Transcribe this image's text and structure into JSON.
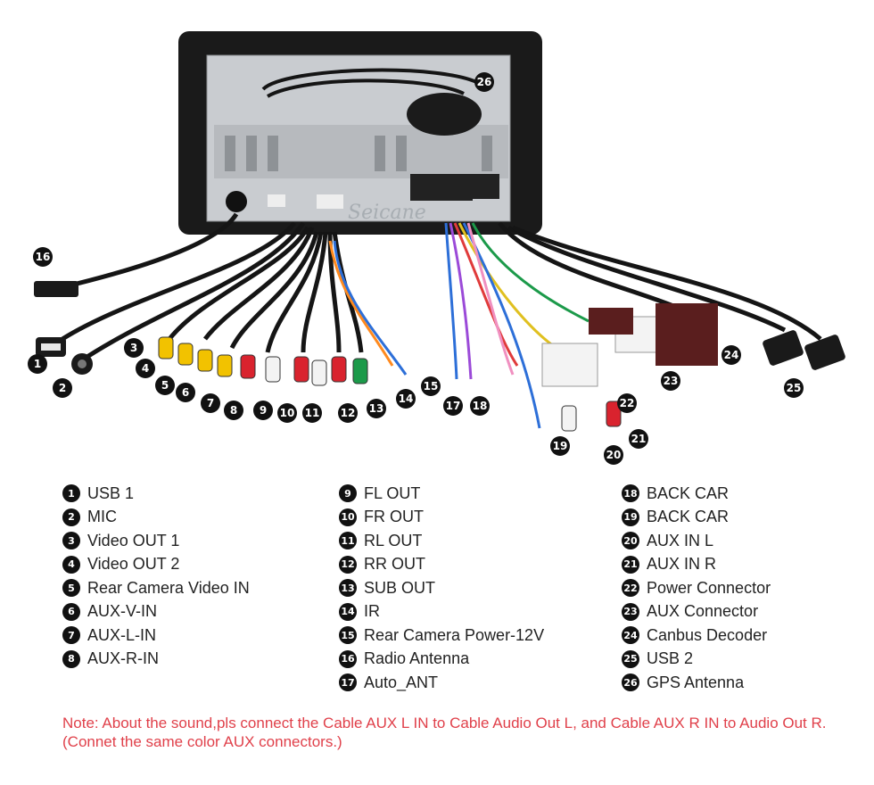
{
  "watermark": "Seicane",
  "legend_columns": [
    [
      {
        "num": "1",
        "label": "USB 1"
      },
      {
        "num": "2",
        "label": "MIC"
      },
      {
        "num": "3",
        "label": "Video OUT 1"
      },
      {
        "num": "4",
        "label": "Video OUT 2"
      },
      {
        "num": "5",
        "label": "Rear Camera Video IN"
      },
      {
        "num": "6",
        "label": "AUX-V-IN"
      },
      {
        "num": "7",
        "label": "AUX-L-IN"
      },
      {
        "num": "8",
        "label": "AUX-R-IN"
      }
    ],
    [
      {
        "num": "9",
        "label": "FL OUT"
      },
      {
        "num": "10",
        "label": "FR OUT"
      },
      {
        "num": "11",
        "label": "RL OUT"
      },
      {
        "num": "12",
        "label": "RR OUT"
      },
      {
        "num": "13",
        "label": "SUB OUT"
      },
      {
        "num": "14",
        "label": "IR"
      },
      {
        "num": "15",
        "label": "Rear Camera Power-12V"
      },
      {
        "num": "16",
        "label": "Radio Antenna"
      },
      {
        "num": "17",
        "label": "Auto_ANT"
      }
    ],
    [
      {
        "num": "18",
        "label": "BACK CAR"
      },
      {
        "num": "19",
        "label": "BACK CAR"
      },
      {
        "num": "20",
        "label": "AUX IN L"
      },
      {
        "num": "21",
        "label": "AUX IN R"
      },
      {
        "num": "22",
        "label": "Power Connector"
      },
      {
        "num": "23",
        "label": "AUX Connector"
      },
      {
        "num": "24",
        "label": "Canbus Decoder"
      },
      {
        "num": "25",
        "label": "USB 2"
      },
      {
        "num": "26",
        "label": "GPS Antenna"
      }
    ]
  ],
  "diagram_markers": [
    "1",
    "2",
    "3",
    "4",
    "5",
    "6",
    "7",
    "8",
    "9",
    "10",
    "11",
    "12",
    "13",
    "14",
    "15",
    "16",
    "17",
    "18",
    "19",
    "20",
    "21",
    "22",
    "23",
    "24",
    "25",
    "26"
  ],
  "note": "Note: About the sound,pls connect the Cable AUX L IN to Cable Audio Out L, and Cable AUX R IN to Audio Out R.(Connet the same color AUX connectors.)",
  "colors": {
    "note": "#e0404a",
    "rca_yellow": "#f2c200",
    "rca_red": "#d9232e",
    "rca_white": "#f3f3f3",
    "rca_green": "#1c9a4a",
    "unit_body": "#1a1a1a",
    "chassis": "#c9ccd0"
  }
}
